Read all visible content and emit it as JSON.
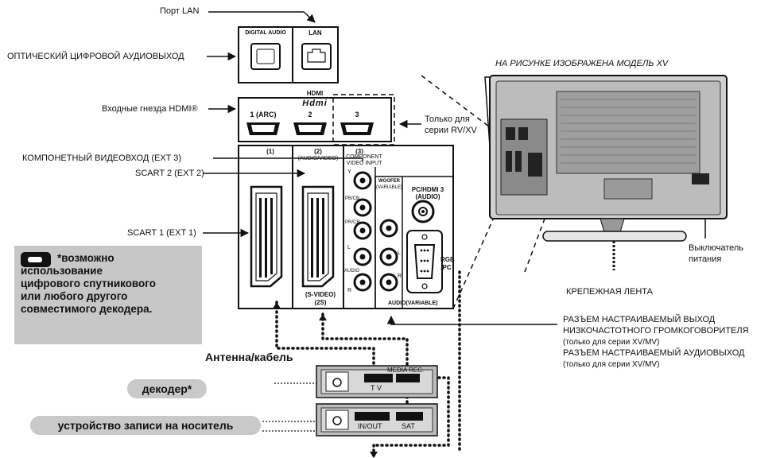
{
  "labels": {
    "lan_port": "Порт LAN",
    "optical_out": "ОПТИЧЕСКИЙ ЦИФРОВОЙ АУДИОВЫХОД",
    "hdmi_inputs": "Входные гнезда HDMI®",
    "rv_xv_only_1": "Только для",
    "rv_xv_only_2": "серии RV/XV",
    "component_in": "КОМПОНЕТНЫЙ ВИДЕОВХОД (EXT 3)",
    "scart2": "SCART 2 (EXT 2)",
    "scart1": "SCART 1 (EXT 1)",
    "model_caption": "НА РИСУНКЕ ИЗОБРАЖЕНА МОДЕЛЬ XV",
    "power_switch_1": "Выключатель",
    "power_switch_2": "питания",
    "strap": "КРЕПЕЖНАЯ ЛЕНТА",
    "woofer_out_1": "РАЗЪЕМ НАСТРАИВАЕМЫЙ ВЫХОД",
    "woofer_out_2": "НИЗКОЧАСТОТНОГО ГРОМКОГОВОРИТЕЛЯ",
    "woofer_out_3": "(только для серии XV/MV)",
    "audio_out_1": "РАЗЪЕМ НАСТРАИВАЕМЫЙ АУДИОВЫХОД",
    "audio_out_2": "(только для серии XV/MV)",
    "antenna": "Антенна/кабель",
    "decoder": "декодер*",
    "recorder": "устройство записи на носитель",
    "callout": "*возможно\nиспользование\nцифрового спутникового\nили любого другого\nсовместимого декодера."
  },
  "panel": {
    "digital_audio": "DIGITAL AUDIO",
    "lan": "LAN",
    "hdmi_head": "HDMI",
    "hdmi_logo": "Hdmi",
    "hdmi_ports": [
      "1 (ARC)",
      "2",
      "3"
    ],
    "scart1_tag": "(1)",
    "scart2_tag": "(2)",
    "scart2_sub": "(AUDIO/VIDEO)",
    "component_tag": "(3)",
    "component_title_1": "COMPONENT",
    "component_title_2": "VIDEO INPUT",
    "y": "Y",
    "pb": "PB/CB",
    "pr": "PR/CR",
    "l": "L",
    "audio": "AUDIO",
    "r": "R",
    "woofer_1": "WOOFER",
    "woofer_2": "(VARIABLE)",
    "pc_hdmi3_1": "PC/HDMI 3",
    "pc_hdmi3_2": "(AUDIO)",
    "rgb_pc_1": "RGB",
    "rgb_pc_2": "/PC",
    "s_video": "(S-VIDEO)",
    "scart_2s": "(2S)",
    "audio_variable": "AUDIO(VARIABLE)",
    "out_l": "L",
    "out_r": "R"
  },
  "devices": {
    "media_rec": "MEDIA REC.",
    "tv": "T V",
    "in_out": "IN/OUT",
    "sat": "SAT"
  }
}
